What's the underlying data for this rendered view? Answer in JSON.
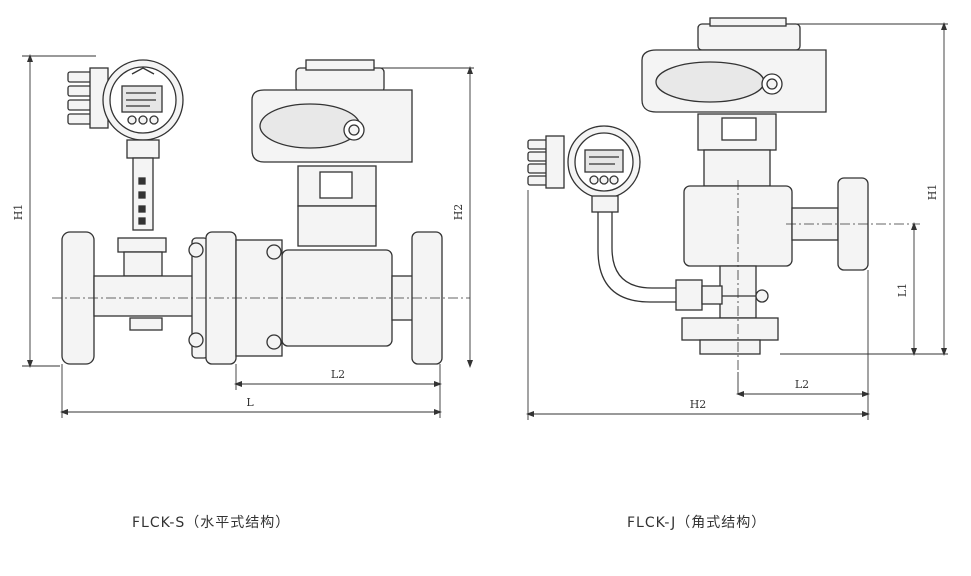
{
  "figures": [
    {
      "caption": "FLCK-S（水平式结构）",
      "dimensions": {
        "h1": "H1",
        "h2": "H2",
        "l2": "L2",
        "l": "L"
      }
    },
    {
      "caption": "FLCK-J（角式结构）",
      "dimensions": {
        "h1": "H1",
        "l1": "L1",
        "l2": "L2",
        "h2": "H2"
      }
    }
  ],
  "colors": {
    "line": "#333333",
    "fill": "#f4f4f4"
  }
}
